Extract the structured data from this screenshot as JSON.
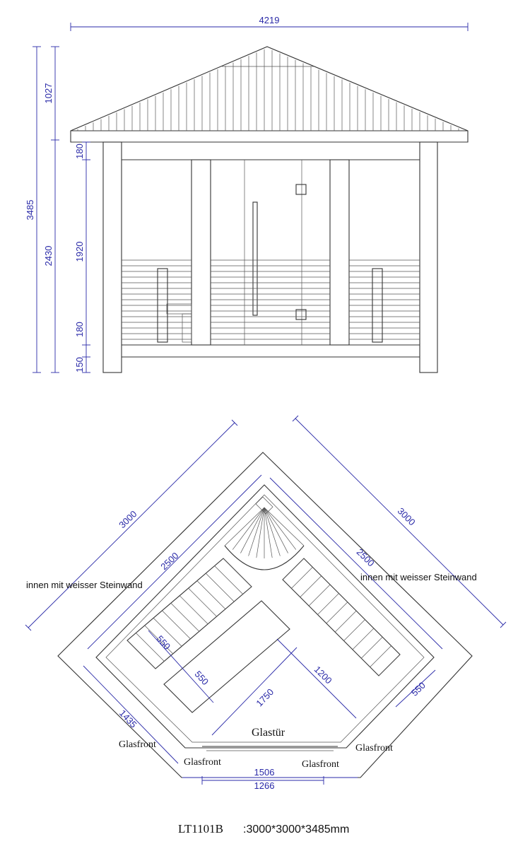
{
  "elevation": {
    "overall_width": "4219",
    "roof_height": "1027",
    "total_height": "3485",
    "wall_height": "2430",
    "top_beam": "180",
    "door_height": "1920",
    "lower_rail": "180",
    "base": "150"
  },
  "plan": {
    "outer_left": "3000",
    "outer_right": "3000",
    "inner_left": "2500",
    "inner_right": "2500",
    "bench_depth_1": "550",
    "bench_depth_2": "550",
    "bench_depth_3": "550",
    "inner_diagonal": "1200",
    "bench_length": "1750",
    "glass_side": "1435",
    "front_outer": "1506",
    "front_inner": "1266",
    "note_left": "innen mit weisser Steinwand",
    "note_right": "innen mit weisser Steinwand",
    "door_label": "Glastür",
    "glass_front_left": "Glasfront",
    "glass_front_center_left": "Glasfront",
    "glass_front_center_right": "Glasfront",
    "glass_front_right": "Glasfront"
  },
  "footer": {
    "model": "LT1101B",
    "dimensions": ":3000*3000*3485mm"
  },
  "colors": {
    "dimension": "#2a2aa8",
    "line": "#333333"
  }
}
